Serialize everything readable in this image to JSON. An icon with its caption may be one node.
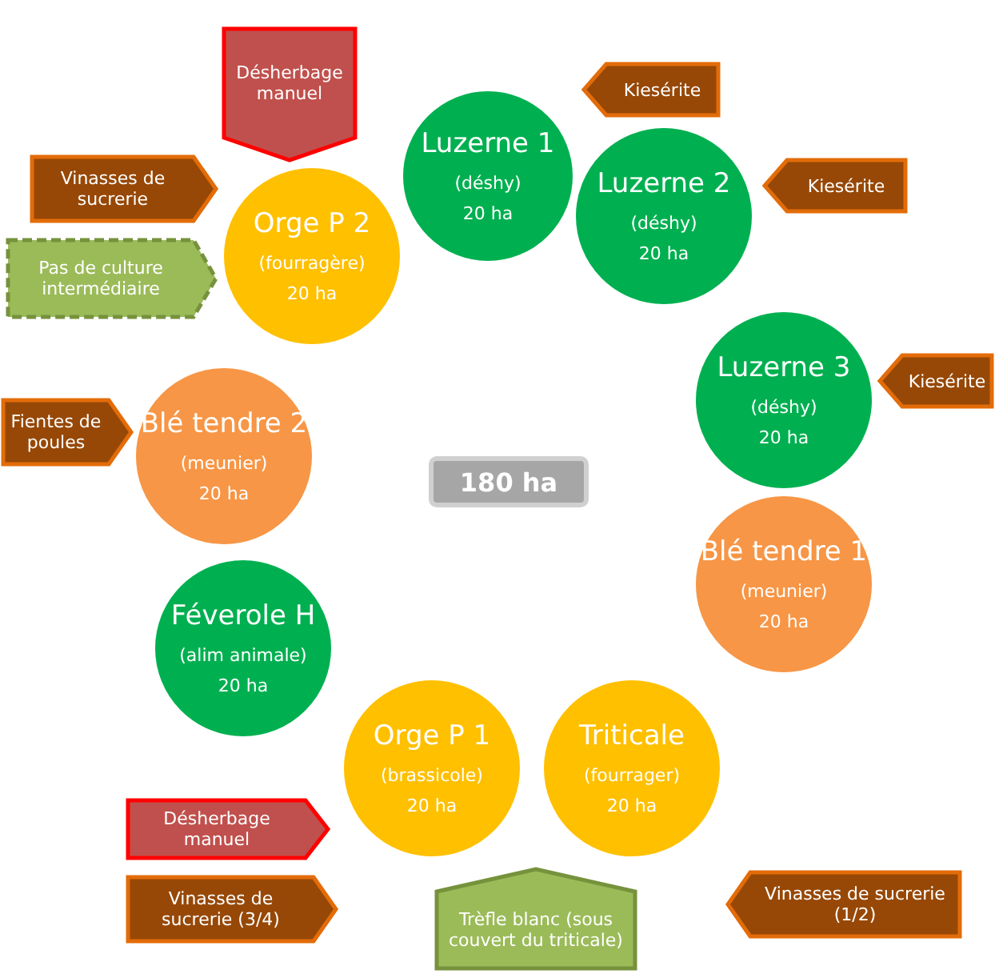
{
  "diagram": {
    "nodes": [
      {
        "text": [
          "Luzerne 1",
          "(déshy)",
          "20 ha"
        ]
      },
      {
        "text": [
          "Orge P 2",
          "(fourragère)",
          "20 ha"
        ]
      },
      {
        "text": [
          "Luzerne 2",
          "(déshy)",
          "20 ha"
        ]
      },
      {
        "text": [
          "Blé tendre 2",
          "(meunier)",
          "20 ha"
        ]
      },
      {
        "text": [
          "Luzerne 3",
          "(déshy)",
          "20 ha"
        ]
      },
      {
        "text": [
          "180 ha"
        ]
      },
      {
        "text": [
          "Blé tendre 1",
          "(meunier)",
          "20 ha"
        ]
      },
      {
        "text": [
          "Féverole H",
          "(alim animale)",
          "20 ha"
        ]
      },
      {
        "text": [
          "Orge P 1",
          "(brassicole)",
          "20 ha"
        ]
      },
      {
        "text": [
          "Triticale",
          "(fourrager)",
          "20 ha"
        ]
      },
      {
        "text": [
          "Désherbage manuel"
        ]
      },
      {
        "text": [
          "Vinasses de sucrerie"
        ]
      },
      {
        "text": [
          "Kiesérite"
        ]
      },
      {
        "text": [
          "Kiesérite"
        ]
      },
      {
        "text": [
          "Pas de culture intermédiaire"
        ]
      },
      {
        "text": [
          "Fientes de poules"
        ]
      },
      {
        "text": [
          "Kiesérite"
        ]
      },
      {
        "text": [
          "Vinasses de sucrerie (1/2)"
        ]
      },
      {
        "text": [
          "Désherbage manuel"
        ]
      },
      {
        "text": [
          "Vinasses de sucrerie (3/4)"
        ]
      },
      {
        "text": [
          "Trèfle blanc (sous couvert du triticale)"
        ]
      }
    ]
  }
}
